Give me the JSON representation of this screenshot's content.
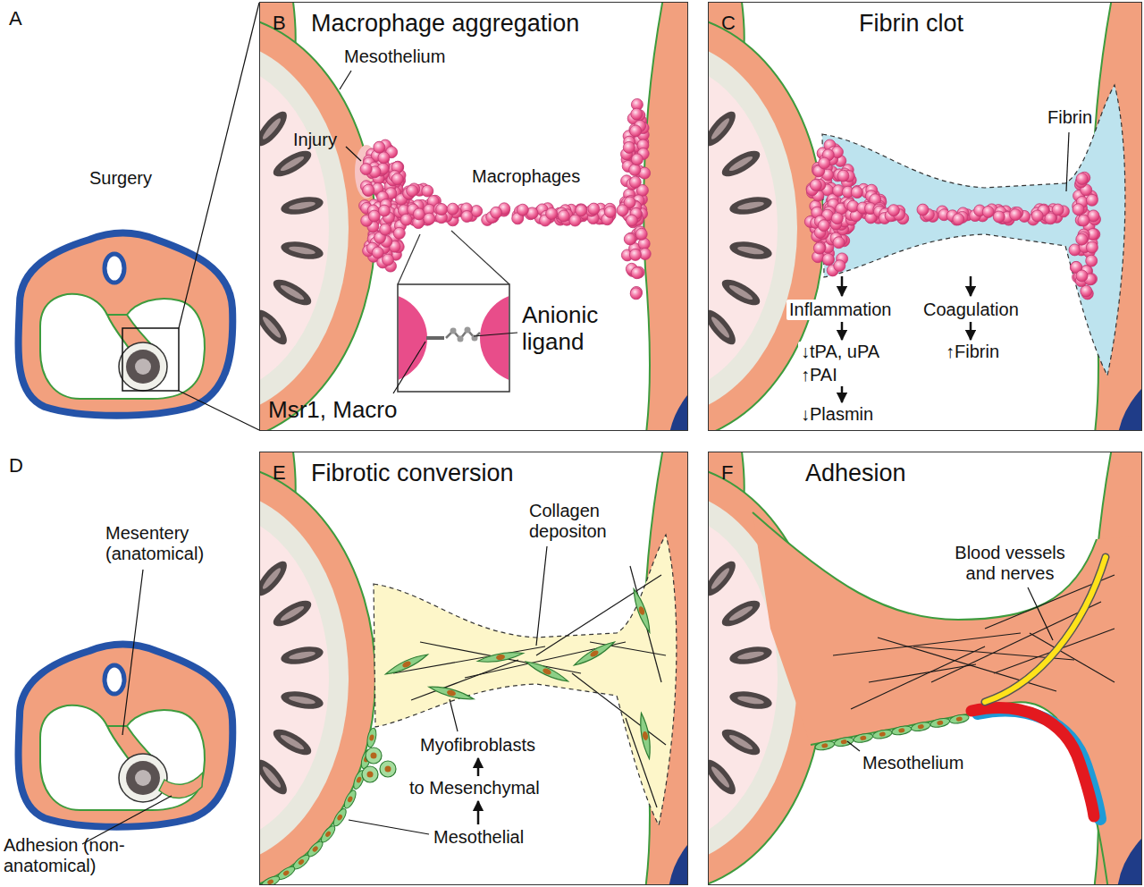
{
  "diagram": {
    "nodes": [
      {
        "text": [
          "B",
          "Macrophage aggregation"
        ]
      },
      {
        "text": [
          "C",
          "Fibrin clot"
        ]
      },
      {
        "text": [
          "E",
          "Fibrotic conversion"
        ]
      },
      {
        "text": [
          "F",
          "Adhesion"
        ]
      }
    ],
    "labels": [
      "A",
      "Surgery",
      "Mesothelium",
      "Injury",
      "Macrophages",
      "Anionic ligand",
      "Msr1, Macro",
      "Fibrin",
      "Inflammation",
      "Coagulation",
      "↓tPA, uPA",
      "↑PAI",
      "↓Plasmin",
      "↑Fibrin",
      "D",
      "Mesentery (anatomical)",
      "Adhesion (non-anatomical)",
      "Collagen depositon",
      "Myofibroblasts",
      "to Mesenchymal",
      "Mesothelial",
      "Blood vessels and nerves",
      "Mesothelium"
    ]
  }
}
